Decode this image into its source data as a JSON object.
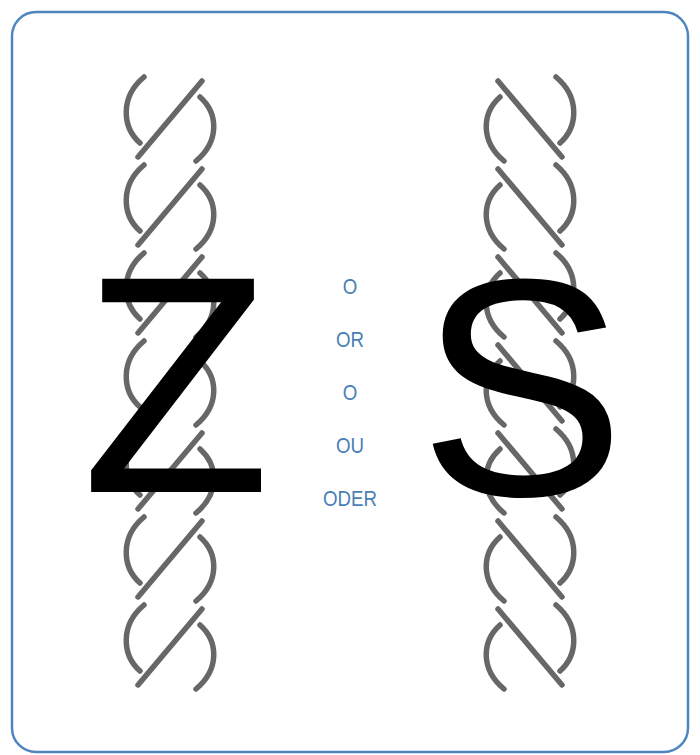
{
  "diagram": {
    "labels": [
      "Z",
      "O",
      "OR",
      "O",
      "OU",
      "ODER",
      "S"
    ]
  }
}
